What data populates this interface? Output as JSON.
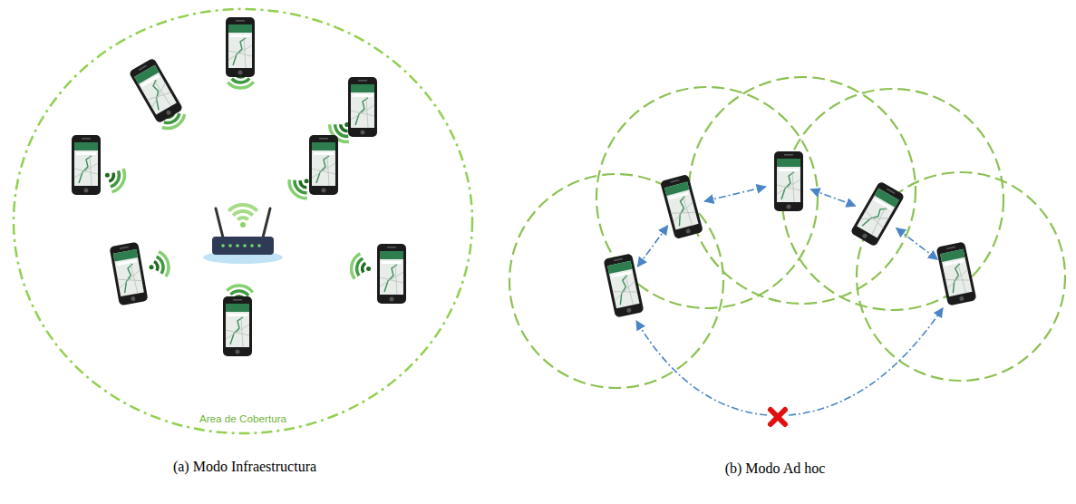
{
  "diagram": {
    "nodes": [
      {
        "text": [
          "Area de Cobertura"
        ]
      }
    ],
    "labels": [
      "(a) Modo Infraestructura",
      "(b) Modo Ad hoc"
    ]
  }
}
